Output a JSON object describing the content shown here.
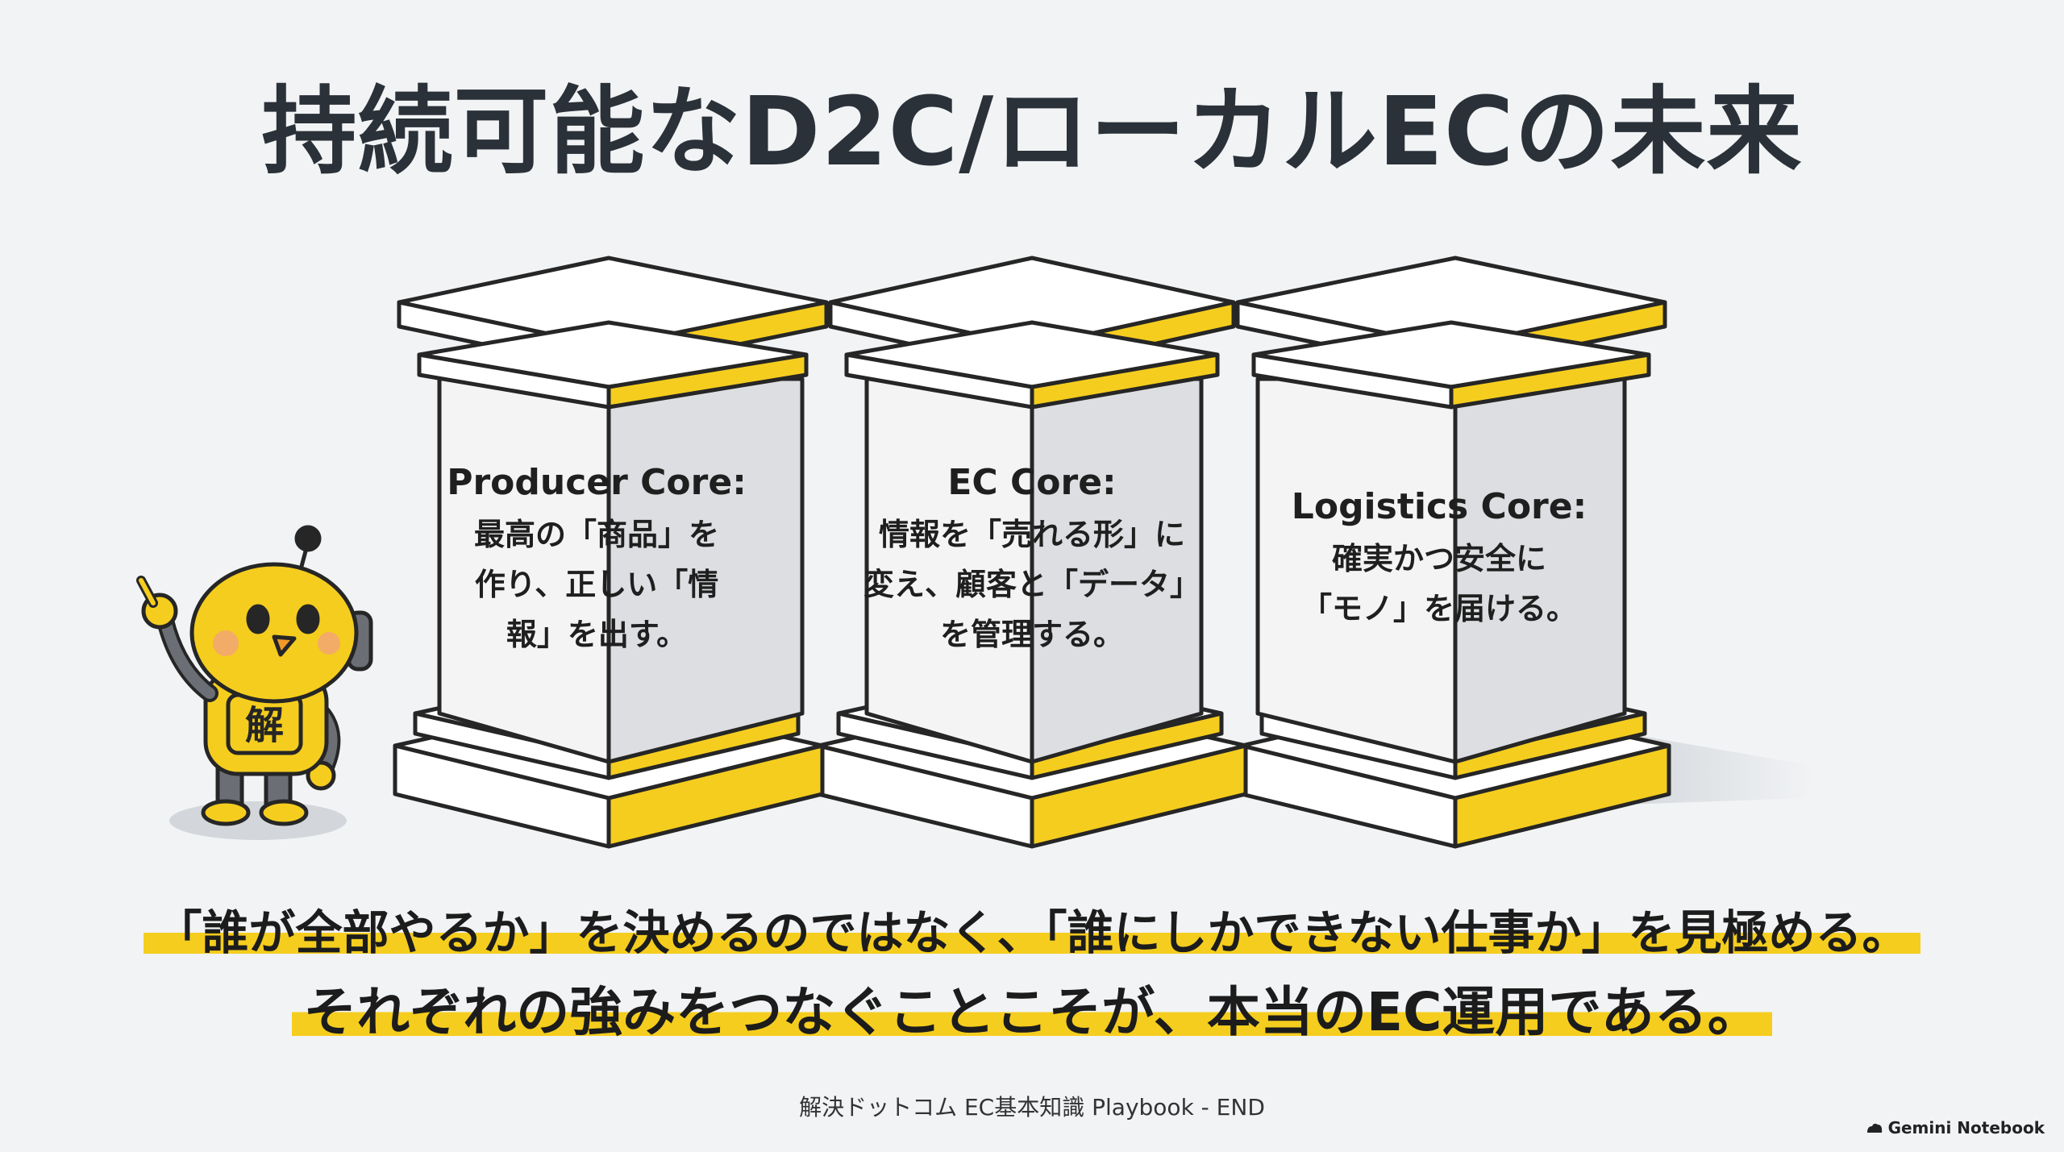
{
  "title": "持続可能なD2C/ローカルECの未来",
  "pillars": [
    {
      "heading": "Producer Core:",
      "lines": [
        "最高の「商品」を",
        "作り、正しい「情",
        "報」を出す。"
      ]
    },
    {
      "heading": "EC Core:",
      "lines": [
        "情報を「売れる形」に",
        "変え、顧客と「データ」",
        "を管理する。"
      ]
    },
    {
      "heading": "Logistics Core:",
      "lines": [
        "確実かつ安全に",
        "「モノ」を届ける。"
      ]
    }
  ],
  "mascot": {
    "badge_char": "解"
  },
  "tagline": {
    "line1": "「誰が全部やるか」を決めるのではなく、「誰にしかできない仕事か」を見極める。",
    "line2": "それぞれの強みをつなぐことこそが、本当のEC運用である。"
  },
  "footer": "解決ドットコム EC基本知識 Playbook - END",
  "brand": "Gemini Notebook",
  "colors": {
    "accent": "#f5cd1e",
    "title": "#2a3138",
    "background": "#f1f3f5"
  }
}
